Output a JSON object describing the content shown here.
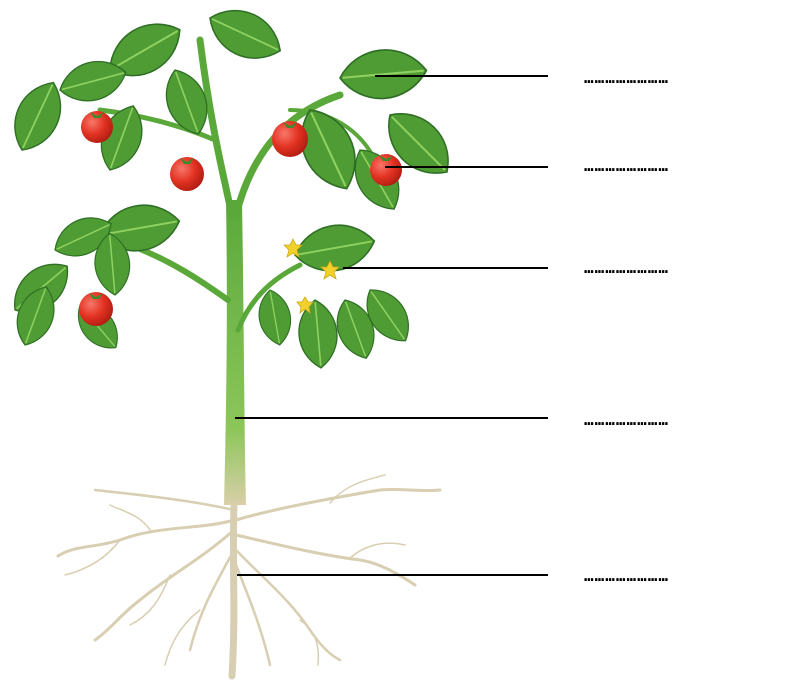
{
  "colors": {
    "leaf_dark": "#2f7a2a",
    "leaf": "#4f9c34",
    "leaf_light": "#7cc04f",
    "stem": "#6cb43f",
    "root": "#dcd3b8",
    "tomato": "#e23222",
    "tomato_highlight": "#f8776a",
    "flower": "#f2d22a",
    "pointer_line": "#000000"
  },
  "labels": [
    {
      "part": "leaf",
      "blank": "……………………"
    },
    {
      "part": "fruit",
      "blank": "……………………"
    },
    {
      "part": "flower",
      "blank": "……………………"
    },
    {
      "part": "stem",
      "blank": "……………………"
    },
    {
      "part": "root",
      "blank": "……………………"
    }
  ]
}
